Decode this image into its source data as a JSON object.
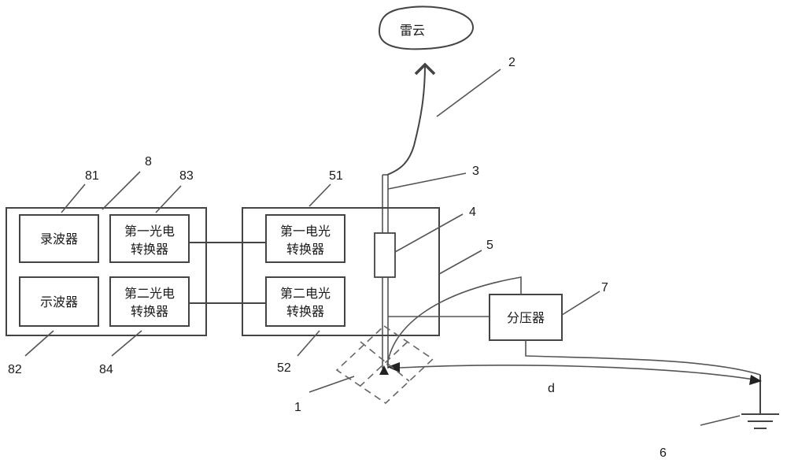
{
  "cloud": {
    "label": "雷云"
  },
  "boxes": {
    "recorder": "录波器",
    "oscilloscope": "示波器",
    "oe1_line1": "第一光电",
    "oe1_line2": "转换器",
    "oe2_line1": "第二光电",
    "oe2_line2": "转换器",
    "eo1_line1": "第一电光",
    "eo1_line2": "转换器",
    "eo2_line1": "第二电光",
    "eo2_line2": "转换器",
    "divider": "分压器"
  },
  "labels": {
    "n1": "1",
    "n2": "2",
    "n3": "3",
    "n4": "4",
    "n5": "5",
    "n6": "6",
    "n7": "7",
    "n8": "8",
    "n51": "51",
    "n52": "52",
    "n81": "81",
    "n82": "82",
    "n83": "83",
    "n84": "84",
    "d": "d"
  }
}
